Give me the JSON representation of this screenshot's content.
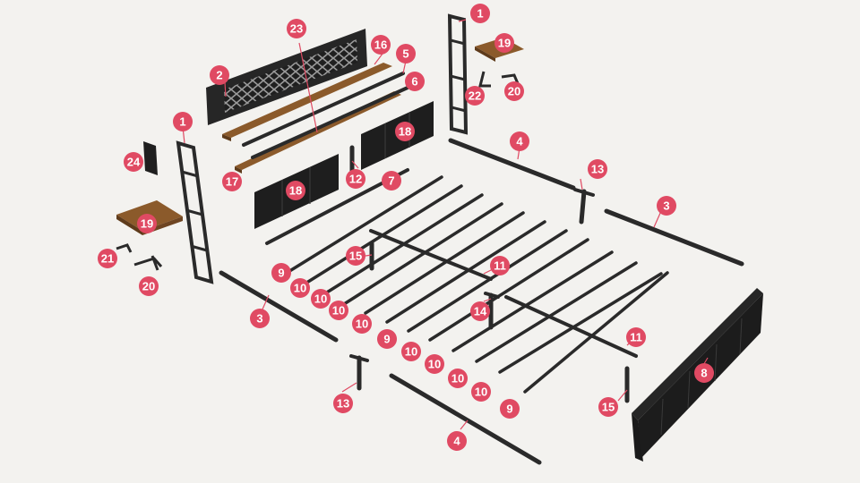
{
  "diagram": {
    "background": "#f3f2ef",
    "badge_color": "#e04a63",
    "metal_color": "#2a2a2a",
    "wood_color": "#8b5a2b",
    "callouts": [
      {
        "label": "1"
      },
      {
        "label": "1"
      },
      {
        "label": "2"
      },
      {
        "label": "3"
      },
      {
        "label": "3"
      },
      {
        "label": "4"
      },
      {
        "label": "4"
      },
      {
        "label": "5"
      },
      {
        "label": "6"
      },
      {
        "label": "7"
      },
      {
        "label": "8"
      },
      {
        "label": "9"
      },
      {
        "label": "9"
      },
      {
        "label": "9"
      },
      {
        "label": "10"
      },
      {
        "label": "10"
      },
      {
        "label": "10"
      },
      {
        "label": "10"
      },
      {
        "label": "10"
      },
      {
        "label": "10"
      },
      {
        "label": "10"
      },
      {
        "label": "10"
      },
      {
        "label": "11"
      },
      {
        "label": "11"
      },
      {
        "label": "12"
      },
      {
        "label": "13"
      },
      {
        "label": "13"
      },
      {
        "label": "14"
      },
      {
        "label": "15"
      },
      {
        "label": "15"
      },
      {
        "label": "16"
      },
      {
        "label": "17"
      },
      {
        "label": "18"
      },
      {
        "label": "18"
      },
      {
        "label": "19"
      },
      {
        "label": "19"
      },
      {
        "label": "20"
      },
      {
        "label": "20"
      },
      {
        "label": "21"
      },
      {
        "label": "22"
      },
      {
        "label": "23"
      },
      {
        "label": "24"
      }
    ]
  }
}
